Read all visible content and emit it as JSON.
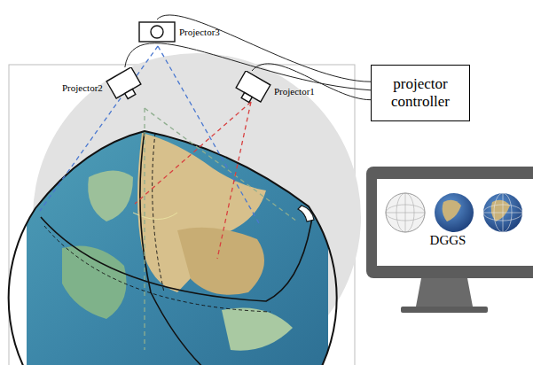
{
  "diagram": {
    "nodes": [
      {
        "text": [
          "Projector3"
        ]
      },
      {
        "text": [
          "Projector2"
        ]
      },
      {
        "text": [
          "Projector1"
        ]
      },
      {
        "text": [
          "projector controller"
        ]
      },
      {
        "text": [
          "DGGS"
        ]
      }
    ],
    "edges": [
      {
        "from": 0,
        "to": 3,
        "arrow": "none"
      },
      {
        "from": 1,
        "to": 3,
        "arrow": "none"
      },
      {
        "from": 2,
        "to": 3,
        "arrow": "none"
      }
    ]
  }
}
